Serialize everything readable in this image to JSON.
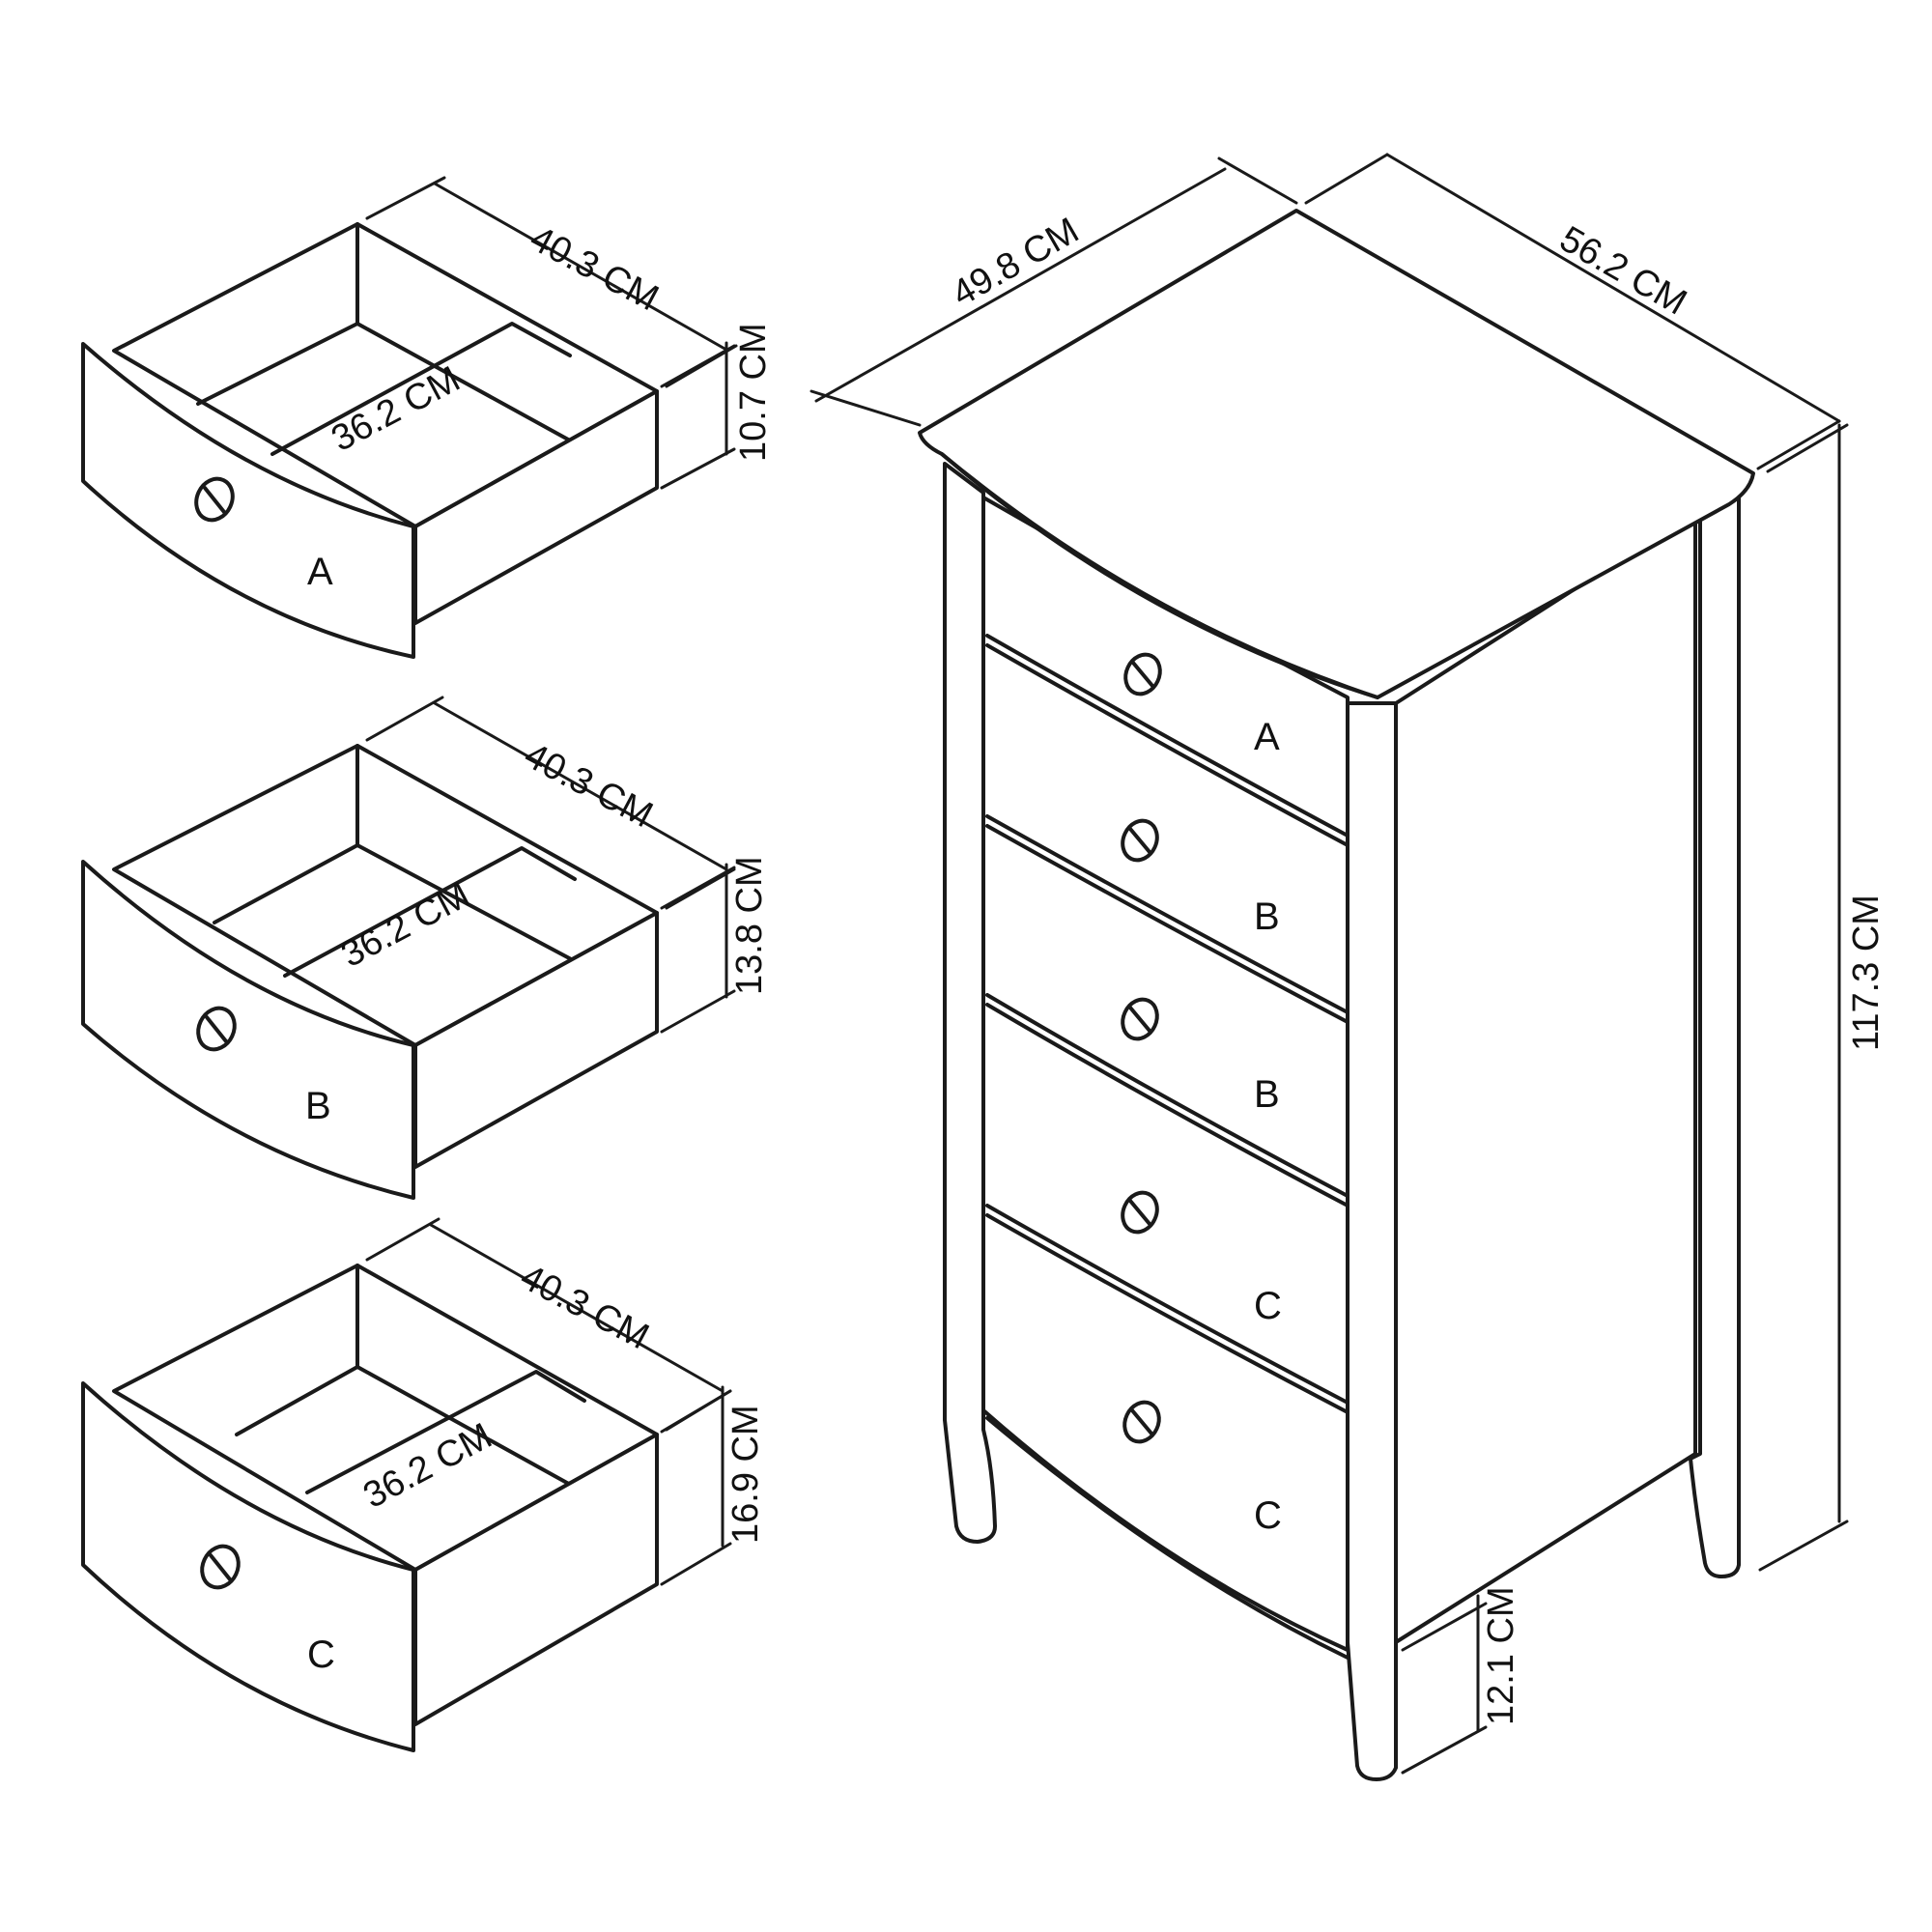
{
  "drawers": [
    {
      "letter": "A",
      "depth_label": "40.3 CM",
      "inner_width_label": "36.2 CM",
      "height_label": "10.7 CM"
    },
    {
      "letter": "B",
      "depth_label": "40.3 CM",
      "inner_width_label": "36.2 CM",
      "height_label": "13.8 CM"
    },
    {
      "letter": "C",
      "depth_label": "40.3 CM",
      "inner_width_label": "36.2 CM",
      "height_label": "16.9 CM"
    }
  ],
  "cabinet": {
    "width_label": "49.8 CM",
    "depth_label": "56.2 CM",
    "height_label": "117.3 CM",
    "leg_height_label": "12.1 CM",
    "drawer_letters": [
      "A",
      "B",
      "B",
      "C",
      "C"
    ]
  },
  "colors": {
    "line": "#1a1a1a",
    "background": "#ffffff"
  }
}
